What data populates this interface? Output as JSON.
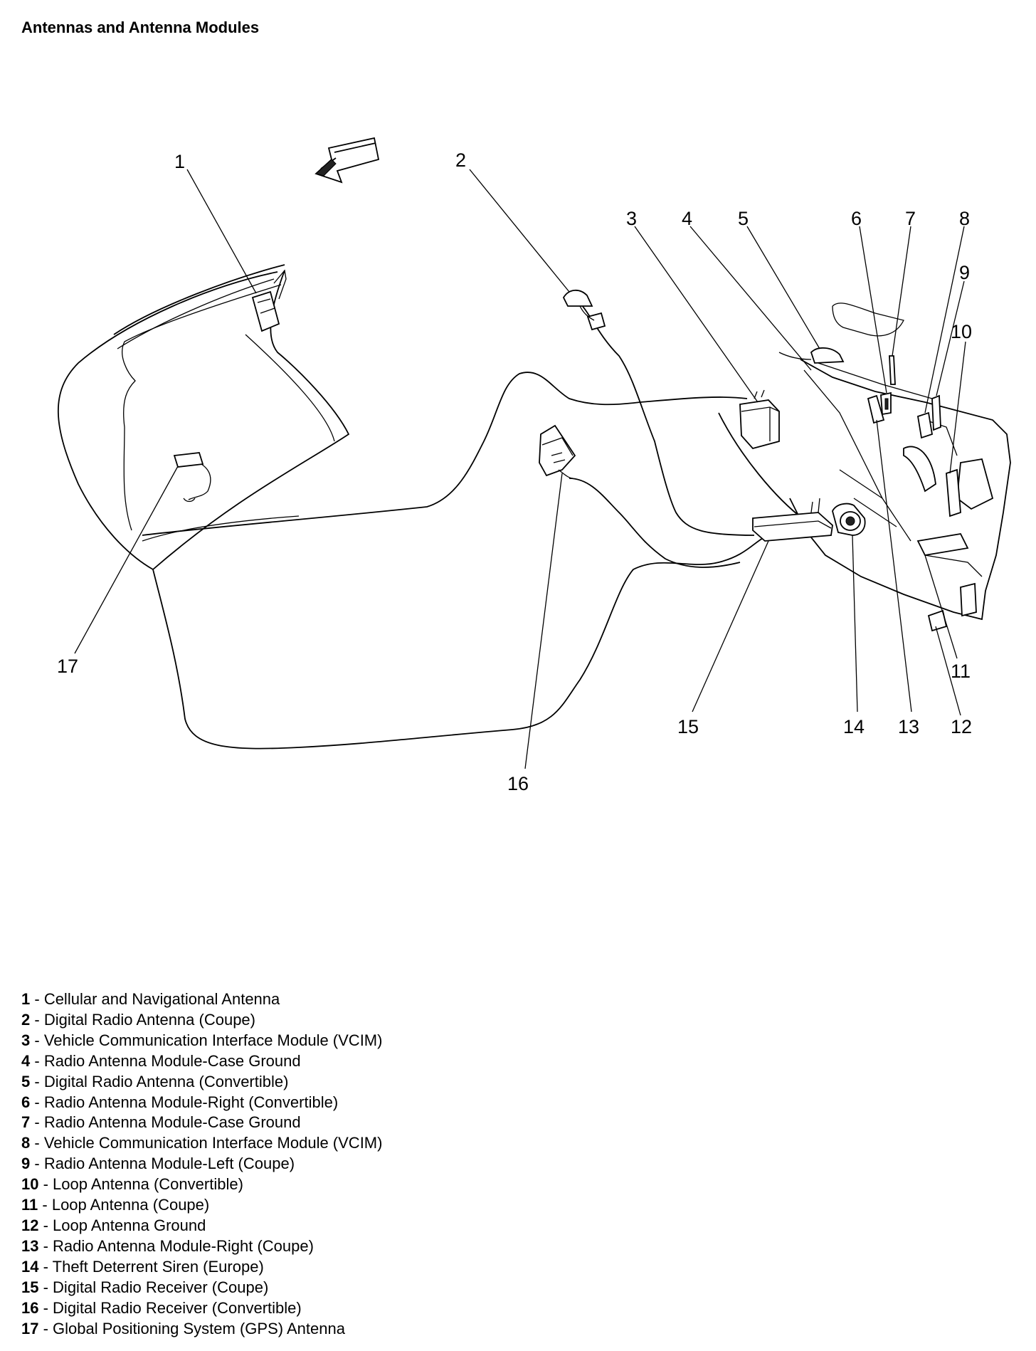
{
  "title": "Antennas and Antenna Modules",
  "callouts": [
    {
      "number": "1"
    },
    {
      "number": "2"
    },
    {
      "number": "3"
    },
    {
      "number": "4"
    },
    {
      "number": "5"
    },
    {
      "number": "6"
    },
    {
      "number": "7"
    },
    {
      "number": "8"
    },
    {
      "number": "9"
    },
    {
      "number": "10"
    },
    {
      "number": "11"
    },
    {
      "number": "12"
    },
    {
      "number": "13"
    },
    {
      "number": "14"
    },
    {
      "number": "15"
    },
    {
      "number": "16"
    },
    {
      "number": "17"
    }
  ],
  "legend": [
    {
      "number": "1",
      "separator": " - ",
      "text": "Cellular and Navigational Antenna"
    },
    {
      "number": "2",
      "separator": " - ",
      "text": "Digital Radio Antenna (Coupe)"
    },
    {
      "number": "3",
      "separator": " - ",
      "text": "Vehicle Communication Interface Module (VCIM)"
    },
    {
      "number": "4",
      "separator": " - ",
      "text": "Radio Antenna Module-Case Ground"
    },
    {
      "number": "5",
      "separator": " - ",
      "text": "Digital Radio Antenna (Convertible)"
    },
    {
      "number": "6",
      "separator": " - ",
      "text": "Radio Antenna Module-Right (Convertible)"
    },
    {
      "number": "7",
      "separator": " - ",
      "text": "Radio Antenna Module-Case Ground"
    },
    {
      "number": "8",
      "separator": " - ",
      "text": "Vehicle Communication Interface Module (VCIM)"
    },
    {
      "number": "9",
      "separator": " - ",
      "text": "Radio Antenna Module-Left (Coupe)"
    },
    {
      "number": "10",
      "separator": " - ",
      "text": "Loop Antenna (Convertible)"
    },
    {
      "number": "11",
      "separator": " - ",
      "text": "Loop Antenna (Coupe)"
    },
    {
      "number": "12",
      "separator": " - ",
      "text": "Loop Antenna Ground"
    },
    {
      "number": "13",
      "separator": " - ",
      "text": "Radio Antenna Module-Right (Coupe)"
    },
    {
      "number": "14",
      "separator": " - ",
      "text": "Theft Deterrent Siren (Europe)"
    },
    {
      "number": "15",
      "separator": " - ",
      "text": "Digital Radio Receiver (Coupe)"
    },
    {
      "number": "16",
      "separator": " - ",
      "text": "Digital Radio Receiver (Convertible)"
    },
    {
      "number": "17",
      "separator": " - ",
      "text": "Global Positioning System (GPS) Antenna"
    }
  ]
}
